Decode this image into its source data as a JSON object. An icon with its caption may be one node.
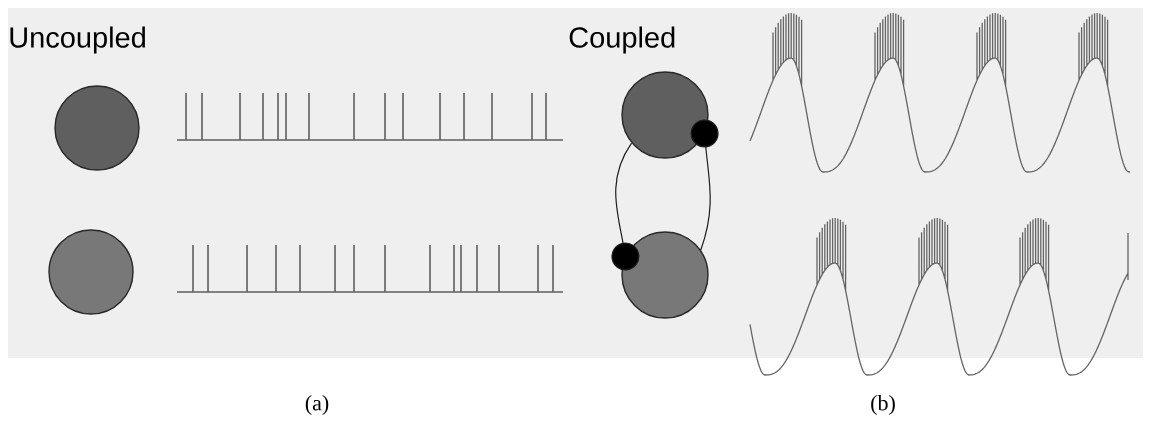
{
  "diagram": {
    "nodes": [
      {
        "text": [],
        "shape": "circle"
      },
      {
        "text": [],
        "shape": "circle"
      },
      {
        "text": [],
        "shape": "circle"
      },
      {
        "text": [],
        "shape": "circle"
      }
    ],
    "edges": [
      {
        "from": 2,
        "to": 3,
        "arrow": "other"
      },
      {
        "from": 3,
        "to": 2,
        "arrow": "other"
      }
    ],
    "labels": [
      "Uncoupled",
      "Coupled",
      "(a)",
      "(b)"
    ]
  }
}
